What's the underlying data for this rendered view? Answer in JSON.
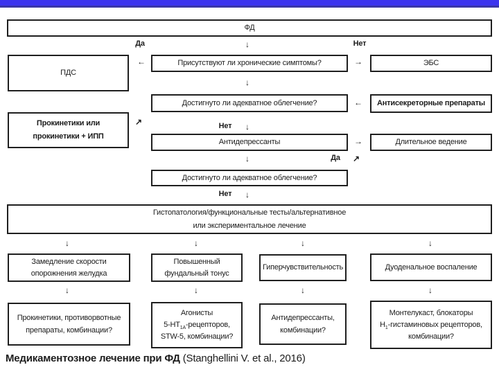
{
  "colors": {
    "top_bar": "#3b33ee",
    "top_bar_edge": "#3a35a8"
  },
  "labels": {
    "yes": "Да",
    "no": "Нет"
  },
  "arrows": {
    "down": "↓",
    "left": "←",
    "right": "→",
    "up_right": "↗"
  },
  "boxes": {
    "fd": "ФД",
    "pds": "ПДС",
    "chronic_question": "Присутствуют ли хронические симптомы?",
    "ebs": "ЭБС",
    "relief_question": "Достигнуто ли адекватное облегчение?",
    "antisecretory": "Антисекреторные препараты",
    "prokinetics_line1": "Прокинетики или",
    "prokinetics_line2": "прокинетики + ИПП",
    "antidepressants": "Антидепрессанты",
    "long_term": "Длительное ведение",
    "histo_line1": "Гистопатология/функциональные тесты/альтернативное",
    "histo_line2": "или экспериментальное лечение",
    "emptying_line1": "Замедление скорости",
    "emptying_line2": "опорожнения желудка",
    "tone_line1": "Повышенный",
    "tone_line2": "фундальный тонус",
    "hypersensitivity": "Гиперчувствительность",
    "duodenal": "Дуоденальное воспаление",
    "treat1_line1": "Прокинетики, противорвотные",
    "treat1_line2": "препараты, комбинации?",
    "treat2_line1": "Агонисты",
    "treat2_line2_pre": "5-НТ",
    "treat2_line2_sub": "1А",
    "treat2_line2_post": "-рецепторов,",
    "treat2_line3": "STW-5, комбинации?",
    "treat3_line1": "Антидепрессанты,",
    "treat3_line2": "комбинации?",
    "treat4_line1": "Монтелукаст, блокаторы",
    "treat4_line2_pre": "Н",
    "treat4_line2_sub": "1",
    "treat4_line2_post": "-гистаминовых рецепторов,",
    "treat4_line3": "комбинации?"
  },
  "caption": {
    "title": "Медикаментозное лечение при ФД",
    "source": "(Stanghellini V. et al., 2016)"
  }
}
